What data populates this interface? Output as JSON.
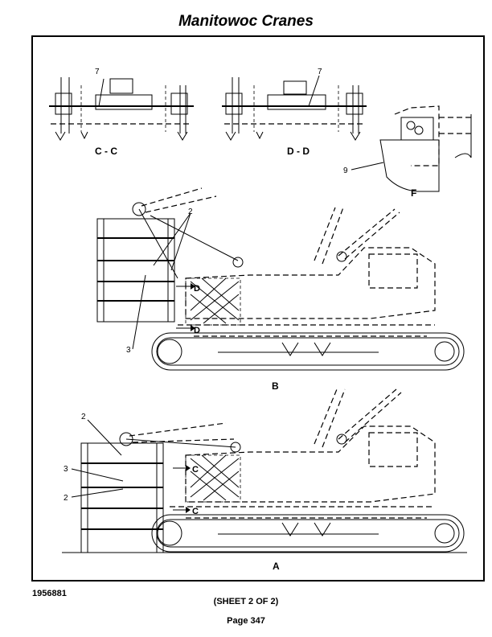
{
  "header": {
    "title": "Manitowoc Cranes"
  },
  "views": {
    "cc": {
      "label": "C - C",
      "callout": "7"
    },
    "dd": {
      "label": "D - D",
      "callout": "7"
    },
    "f": {
      "label": "F",
      "callout": "9"
    },
    "b": {
      "label": "B",
      "callouts": [
        "2",
        "3"
      ],
      "section_marks": [
        "D",
        "D"
      ]
    },
    "a": {
      "label": "A",
      "callouts": [
        "2",
        "3",
        "2"
      ],
      "section_marks": [
        "C",
        "C"
      ]
    }
  },
  "footer": {
    "doc_number": "1956881",
    "sheet": "(SHEET 2 OF 2)",
    "page": "Page 347"
  }
}
